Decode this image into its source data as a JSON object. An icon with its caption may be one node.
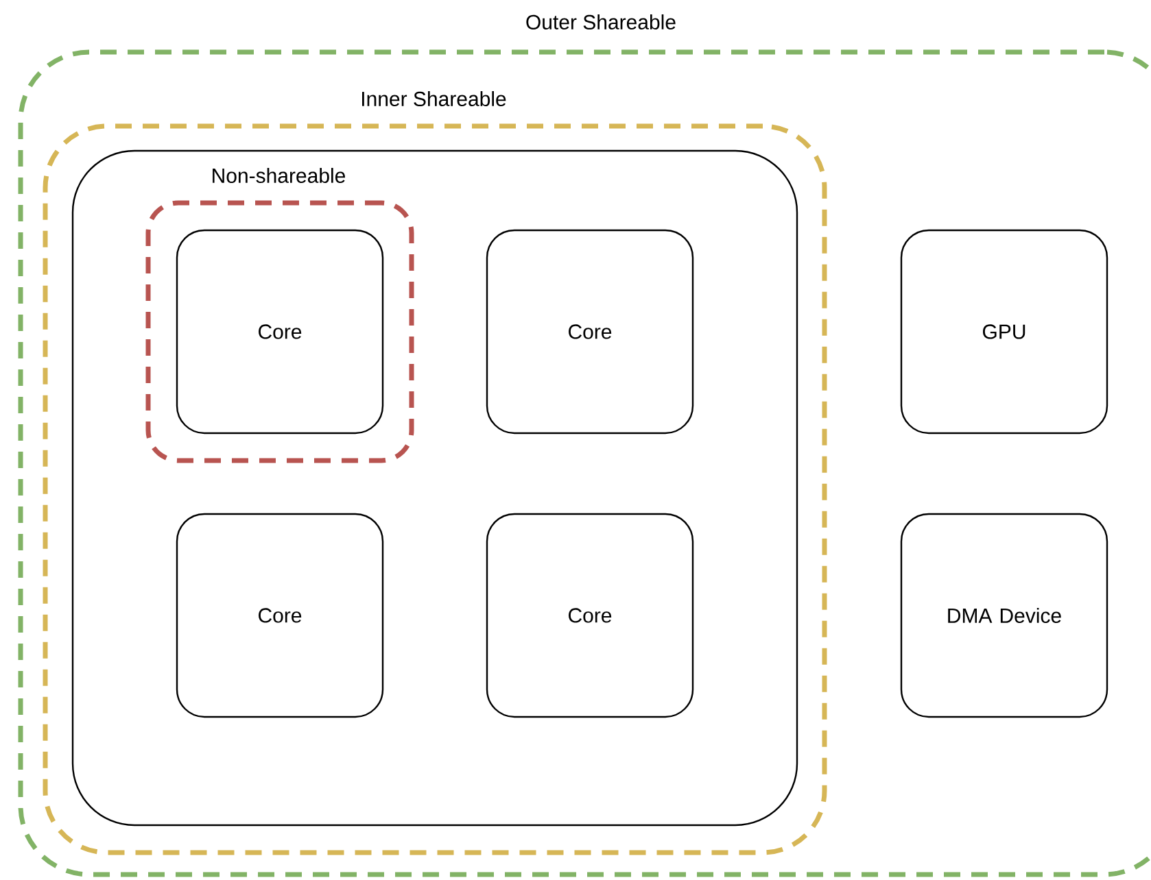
{
  "diagram": {
    "nodes": [
      {
        "text": [
          "Outer Shareable"
        ]
      },
      {
        "text": [
          "Inner Shareable"
        ],
        "in": 0
      },
      {
        "text": [],
        "shape": "box",
        "in": 1
      },
      {
        "text": [
          "Non-shareable"
        ],
        "in": 2
      },
      {
        "text": [
          "Core"
        ],
        "in": 3
      },
      {
        "text": [
          "Core"
        ],
        "in": 2
      },
      {
        "text": [
          "Core"
        ],
        "in": 2
      },
      {
        "text": [
          "Core"
        ],
        "in": 2
      },
      {
        "text": [
          "GPU"
        ],
        "in": 0
      },
      {
        "text": [
          "DMA Device"
        ],
        "in": 0
      }
    ]
  }
}
